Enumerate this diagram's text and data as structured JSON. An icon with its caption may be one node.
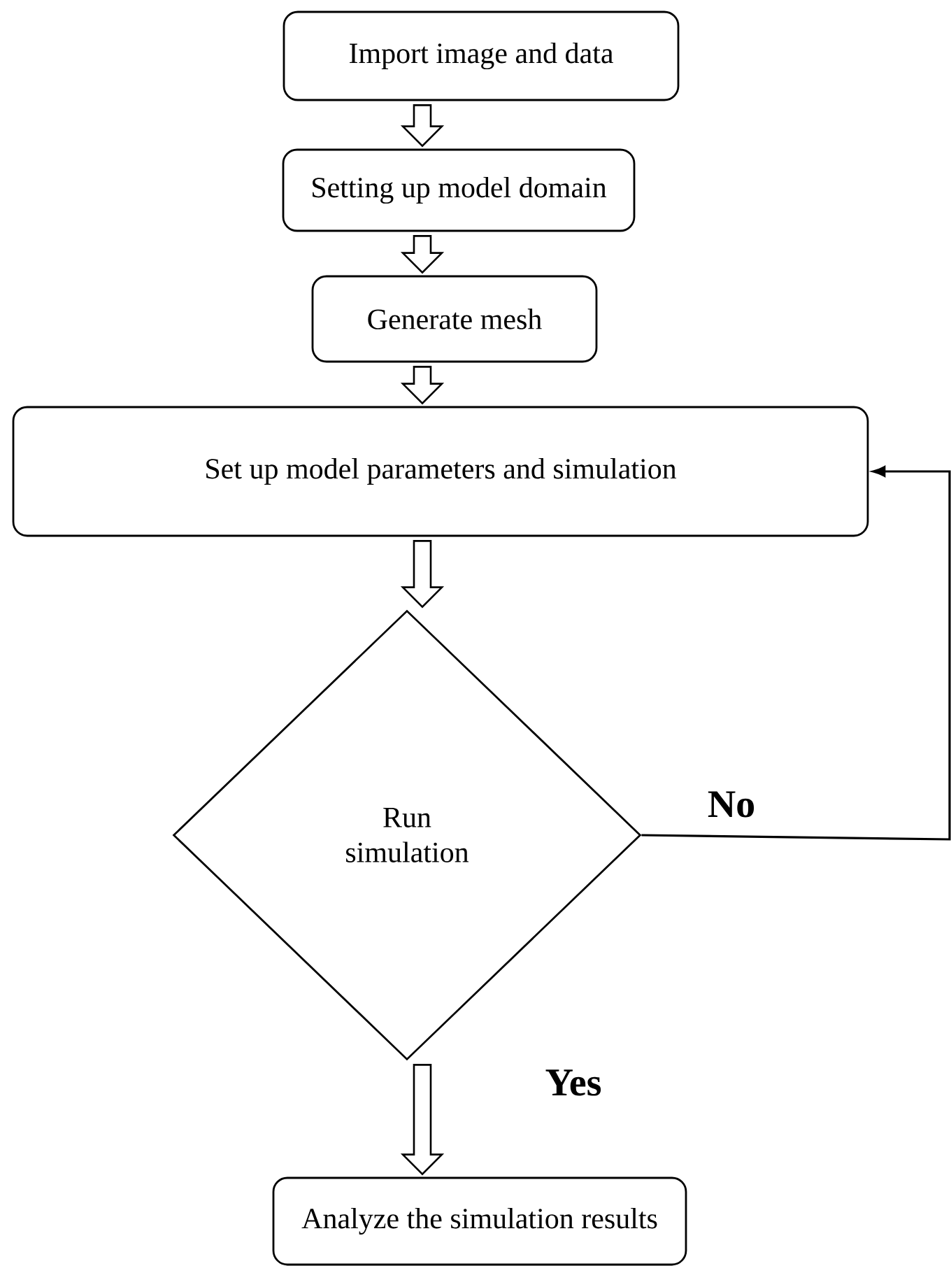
{
  "diagram": {
    "nodes": [
      {
        "text": [
          "Import image and data"
        ]
      },
      {
        "text": [
          "Setting up model domain"
        ]
      },
      {
        "text": [
          "Generate mesh"
        ]
      },
      {
        "text": [
          "Set up model parameters and simulation"
        ]
      },
      {
        "text": [
          "Run simulation"
        ]
      },
      {
        "text": [
          "Analyze the simulation results"
        ]
      }
    ],
    "edges": [
      {
        "from": 0,
        "to": 1,
        "arrow": "to"
      },
      {
        "from": 1,
        "to": 2,
        "arrow": "to"
      },
      {
        "from": 2,
        "to": 3,
        "arrow": "to"
      },
      {
        "from": 3,
        "to": 4,
        "arrow": "to"
      },
      {
        "from": 4,
        "to": 5,
        "arrow": "to",
        "label": "Yes"
      },
      {
        "from": 4,
        "to": 3,
        "arrow": "to",
        "label": "No"
      }
    ]
  }
}
